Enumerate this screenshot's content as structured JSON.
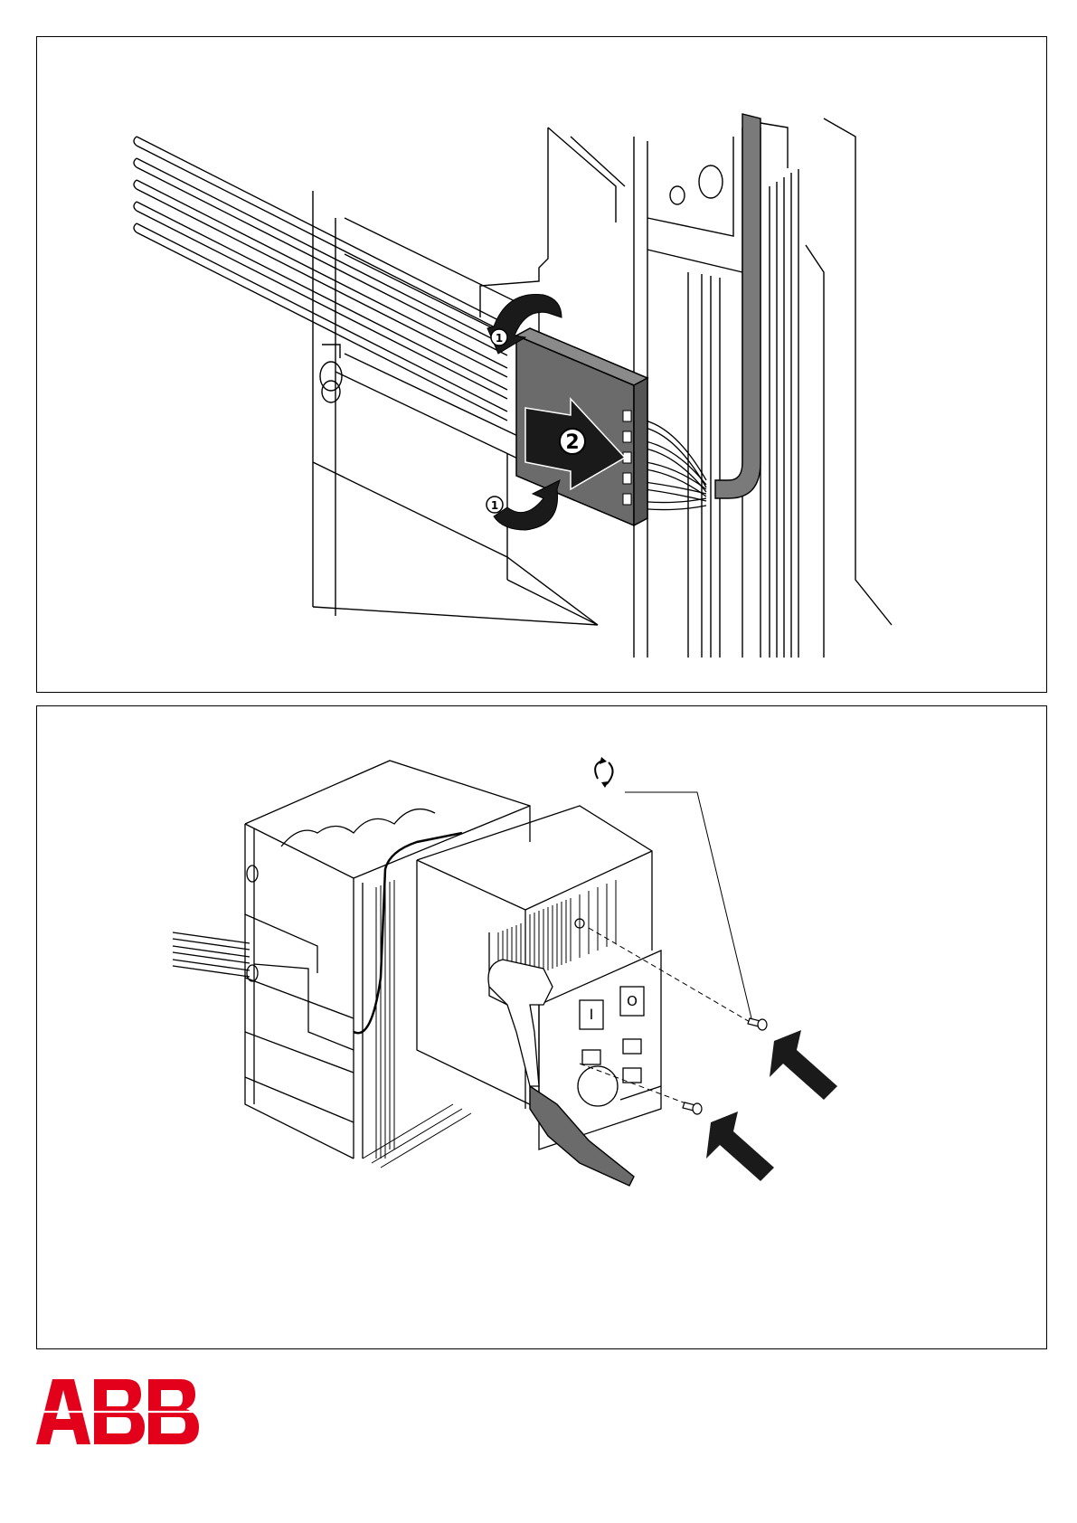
{
  "figure_top": {
    "step_labels": {
      "rotate_upper": "1",
      "rotate_lower": "1",
      "pull": "2"
    }
  },
  "figure_bottom": {
    "switch_symbols": {
      "on": "I",
      "off": "O"
    }
  },
  "brand": {
    "logo": "ABB",
    "color": "#e2001a"
  },
  "colors": {
    "line": "#000000",
    "connector_fill": "#6b6b6b",
    "arrow_fill": "#1a1a1a",
    "cable_fill": "#7a7a7a"
  }
}
